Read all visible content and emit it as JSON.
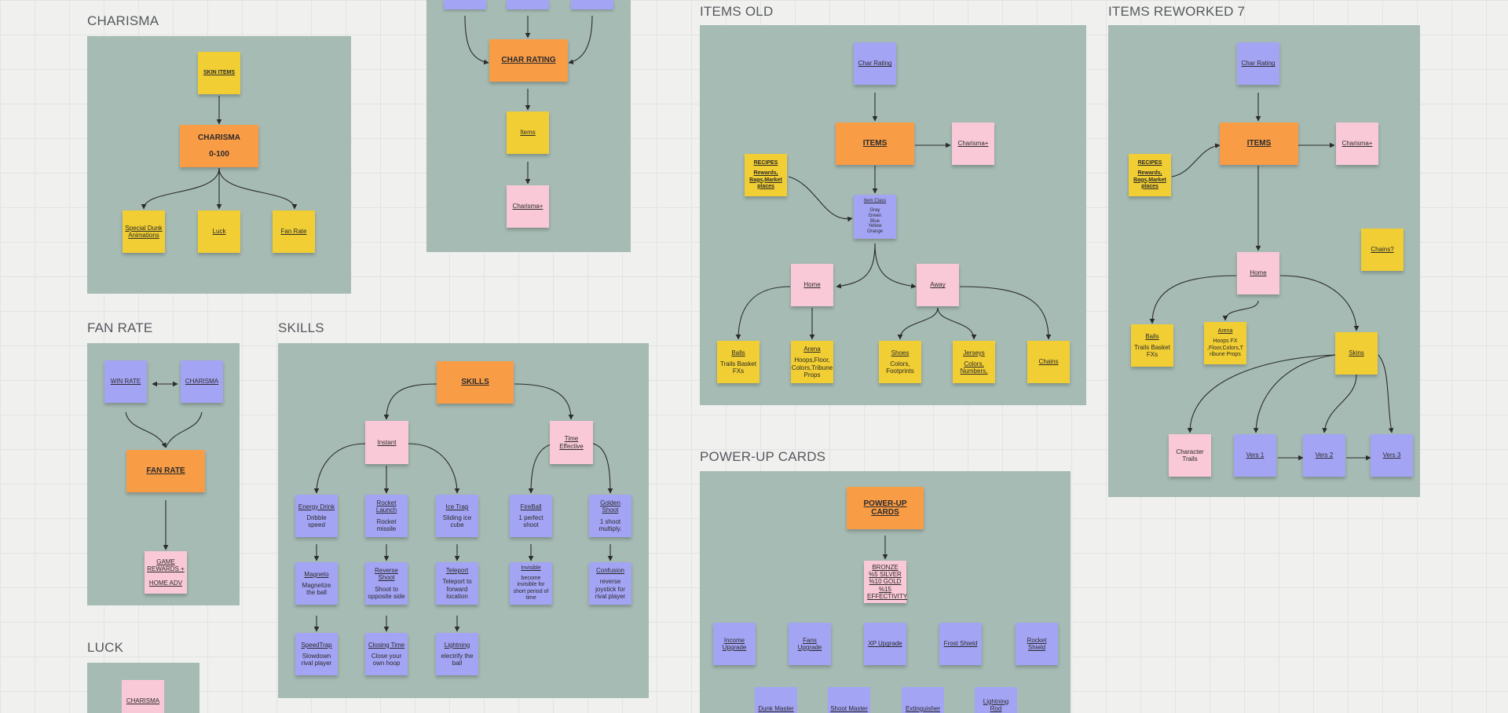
{
  "frames": {
    "charisma": {
      "title": "CHARISMA"
    },
    "fan_rate": {
      "title": "FAN RATE"
    },
    "skills": {
      "title": "SKILLS"
    },
    "luck": {
      "title": "LUCK"
    },
    "items_old": {
      "title": "ITEMS OLD"
    },
    "items_reworked": {
      "title": "ITEMS REWORKED 7"
    },
    "power_up": {
      "title": "POWER-UP CARDS"
    }
  },
  "charisma": {
    "skin_items": "SKIN ITEMS",
    "center_title": "CHARISMA",
    "center_range": "0-100",
    "special_dunk": "Special Dunk Animations",
    "luck": "Luck",
    "fan_rate": "Fan Rate"
  },
  "char_rating": {
    "center": "CHAR RATING",
    "items": "Items",
    "charisma_plus": "Charisma+"
  },
  "fan_rate": {
    "win_rate": "WIN RATE",
    "charisma": "CHARISMA",
    "center": "FAN RATE",
    "rewards": "GAME REWARDS +",
    "home_adv": "HOME ADV"
  },
  "luck": {
    "charisma": "CHARISMA"
  },
  "skills": {
    "center": "SKILLS",
    "instant": "Instant",
    "time_effective": "Time Effective",
    "cards": [
      {
        "title": "Energy Drink",
        "desc": "Dribble speed"
      },
      {
        "title": "Rocket Launch",
        "desc": "Rocket missile"
      },
      {
        "title": "Ice Trap",
        "desc": "Sliding ice cube"
      },
      {
        "title": "FireBall",
        "desc": "1 perfect shoot"
      },
      {
        "title": "Golden Shoot",
        "desc": "1 shoot multiply."
      },
      {
        "title": "Magneto",
        "desc": "Magnetize the ball"
      },
      {
        "title": "Reverse Shoot",
        "desc": "Shoot to opposite side"
      },
      {
        "title": "Teleport",
        "desc": "Teleport to forward location"
      },
      {
        "title": "Invisible",
        "desc": "become invisible for short period of time"
      },
      {
        "title": "Confusion",
        "desc": "reverse joystick for rival player"
      },
      {
        "title": "SpeedTrap",
        "desc": "Slowdown rival player"
      },
      {
        "title": "Closing Time",
        "desc": "Close your own hoop"
      },
      {
        "title": "Lightning",
        "desc": "electrify the ball"
      }
    ]
  },
  "items_old": {
    "char_rating": "Char Rating",
    "items": "ITEMS",
    "charisma_plus": "Charisma+",
    "recipes_title": "RECIPES",
    "recipes_desc": "Rewards, Bags,Market places",
    "item_class_title": "Item Class",
    "item_class_desc": "Gray Green Blue Yellow Orange",
    "home": "Home",
    "away": "Away",
    "balls_title": "Balls",
    "balls_desc": "Trails Basket FXs",
    "arena_title": "Arena",
    "arena_desc": "Hoops,Floor, Colors,Tribune Props",
    "shoes_title": "Shoes",
    "shoes_desc": "Colors, Footprints",
    "jerseys_title": "Jerseys",
    "jerseys_desc": "Colors, Numbers,",
    "chains": "Chains"
  },
  "items_reworked": {
    "char_rating": "Char Rating",
    "items": "ITEMS",
    "charisma_plus": "Charisma+",
    "recipes_title": "RECIPES",
    "recipes_desc": "Rewards, Bags,Market places",
    "chains_q": "Chains?",
    "home": "Home",
    "balls_title": "Balls",
    "balls_desc": "Trails Basket FXs",
    "arena_title": "Arena",
    "arena_desc": "Hoops FX ,Floor,Colors,T ribune Props",
    "skins": "Skins",
    "character_trails": "Character Trails",
    "vers1": "Vers 1",
    "vers2": "Vers 2",
    "vers3": "Vers 3"
  },
  "power_up": {
    "center": "POWER-UP CARDS",
    "rates": "BRONZE %5 SILVER %10 GOLD %15 EFFECTIVITY",
    "cards": [
      "Income Upgrade",
      "Fans Upgrade",
      "XP Upgrade",
      "Frost Shield",
      "Rocket Shield",
      "Dunk Master",
      "Shoot Master",
      "Extinguisher",
      "Lightning Rod"
    ]
  },
  "colors": {
    "frame": "#a6bbb4",
    "yellow": "#f1ce33",
    "pink": "#f9c9d7",
    "blue": "#a4a4f5",
    "orange": "#f99c46",
    "canvas": "#f0f0ef"
  }
}
